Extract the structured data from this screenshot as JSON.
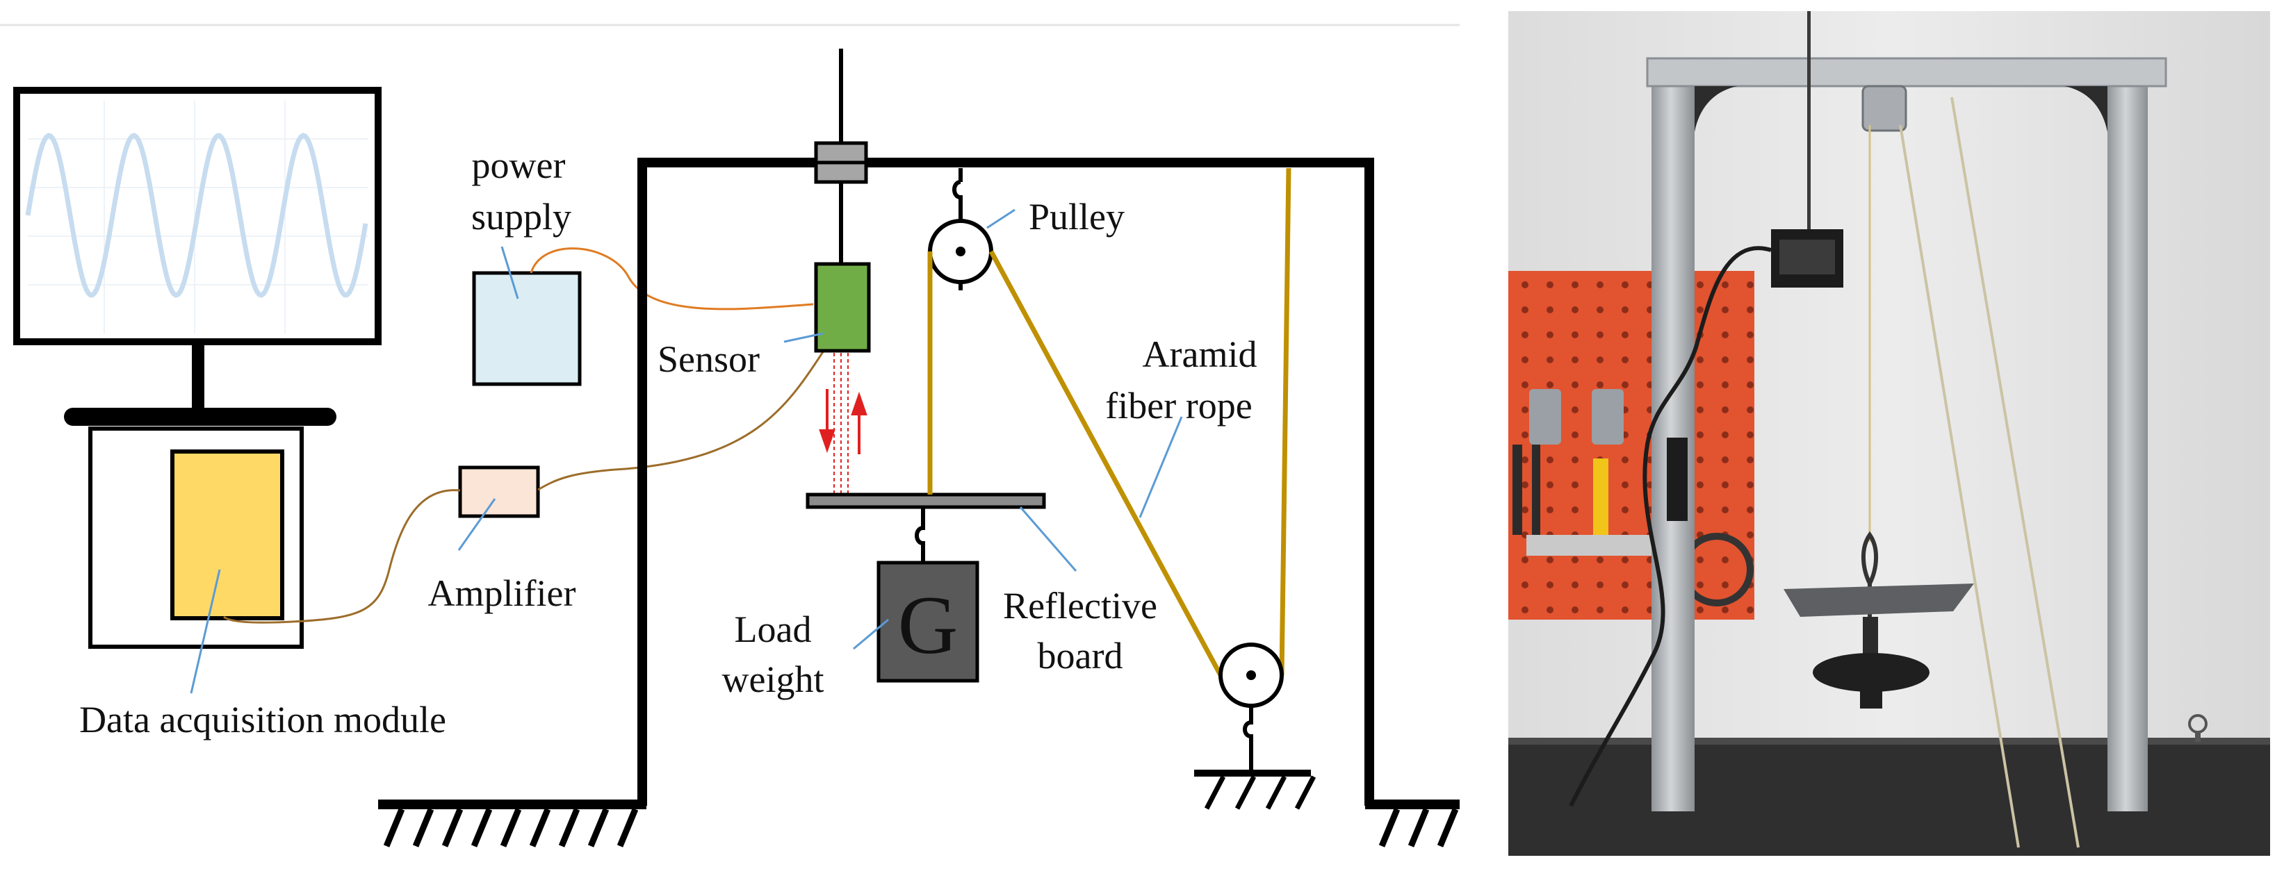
{
  "diagram": {
    "labels": {
      "power_supply_line1": "power",
      "power_supply_line2": "supply",
      "pulley": "Pulley",
      "sensor": "Sensor",
      "aramid_line1": "Aramid",
      "aramid_line2": "fiber rope",
      "amplifier": "Amplifier",
      "load_line1": "Load",
      "load_line2": "weight",
      "weight_symbol": "G",
      "reflective_line1": "Reflective",
      "reflective_line2": "board",
      "data_acquisition": "Data acquisition module"
    },
    "colors": {
      "frame": "#000000",
      "monitor_wave": "#c7dcef",
      "power_supply_fill": "#dcedf4",
      "sensor_fill": "#70ad47",
      "amplifier_fill": "#fbe5d6",
      "daq_fill": "#ffd966",
      "rope": "#bf9000",
      "wire_orange": "#e07b22",
      "wire_brown": "#9c6d2a",
      "leader_line": "#5b9bd5",
      "laser": "#e02020",
      "weight_fill": "#595959",
      "board_fill": "#8c8c8c"
    }
  },
  "photo": {
    "colors": {
      "wall": "#e6e6e6",
      "pegboard": "#e2532f",
      "frame": "#b4b8bc",
      "table": "#2f2f2f"
    }
  }
}
